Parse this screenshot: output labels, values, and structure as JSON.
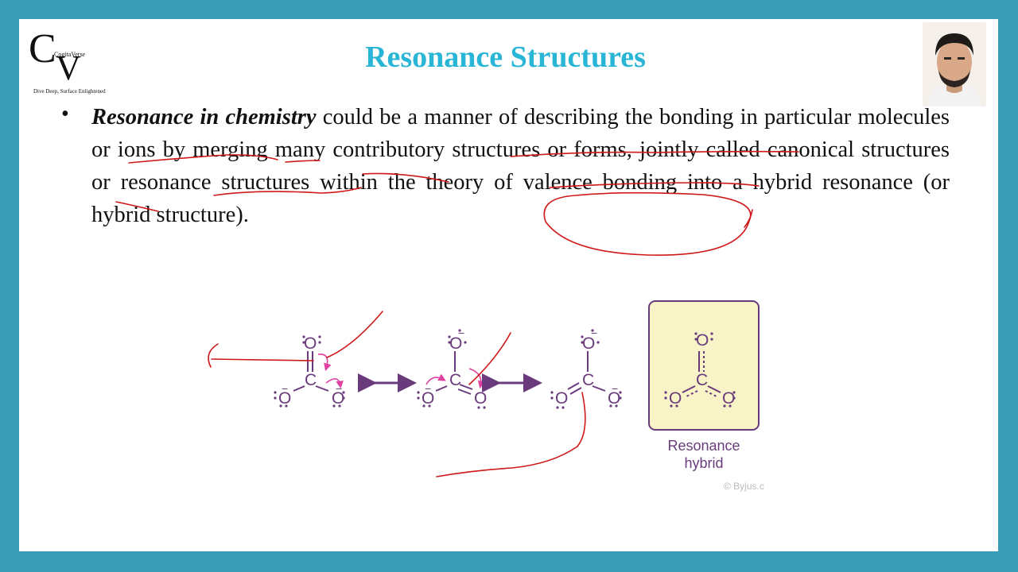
{
  "logo": {
    "letter_c": "C",
    "letter_v": "V",
    "name": "CogitaVerse",
    "tagline": "Dive Deep, Surface Enlightened"
  },
  "title": "Resonance Structures",
  "bullet": {
    "marker": "•",
    "term": "Resonance in chemistry",
    "text": " could be a manner of describing the bonding in particular molecules or ions by merging many contributory structures or forms, jointly called canonical structures or resonance structures within the theory of valence bonding into a hybrid resonance (or hybrid structure)."
  },
  "diagram": {
    "atoms": {
      "oxygen": "O",
      "carbon": "C",
      "minus": "−"
    },
    "hybrid_label_line1": "Resonance",
    "hybrid_label_line2": "hybrid",
    "credit": "© Byjus.c"
  },
  "colors": {
    "frame": "#3a9db8",
    "title": "#29b6d6",
    "chem": "#6a3b7c",
    "hybrid_box": "#f8f4c8",
    "ink": "#d01818"
  },
  "icons": [
    "presenter-photo",
    "double-headed-arrow-icon",
    "curved-arrow-icon"
  ]
}
